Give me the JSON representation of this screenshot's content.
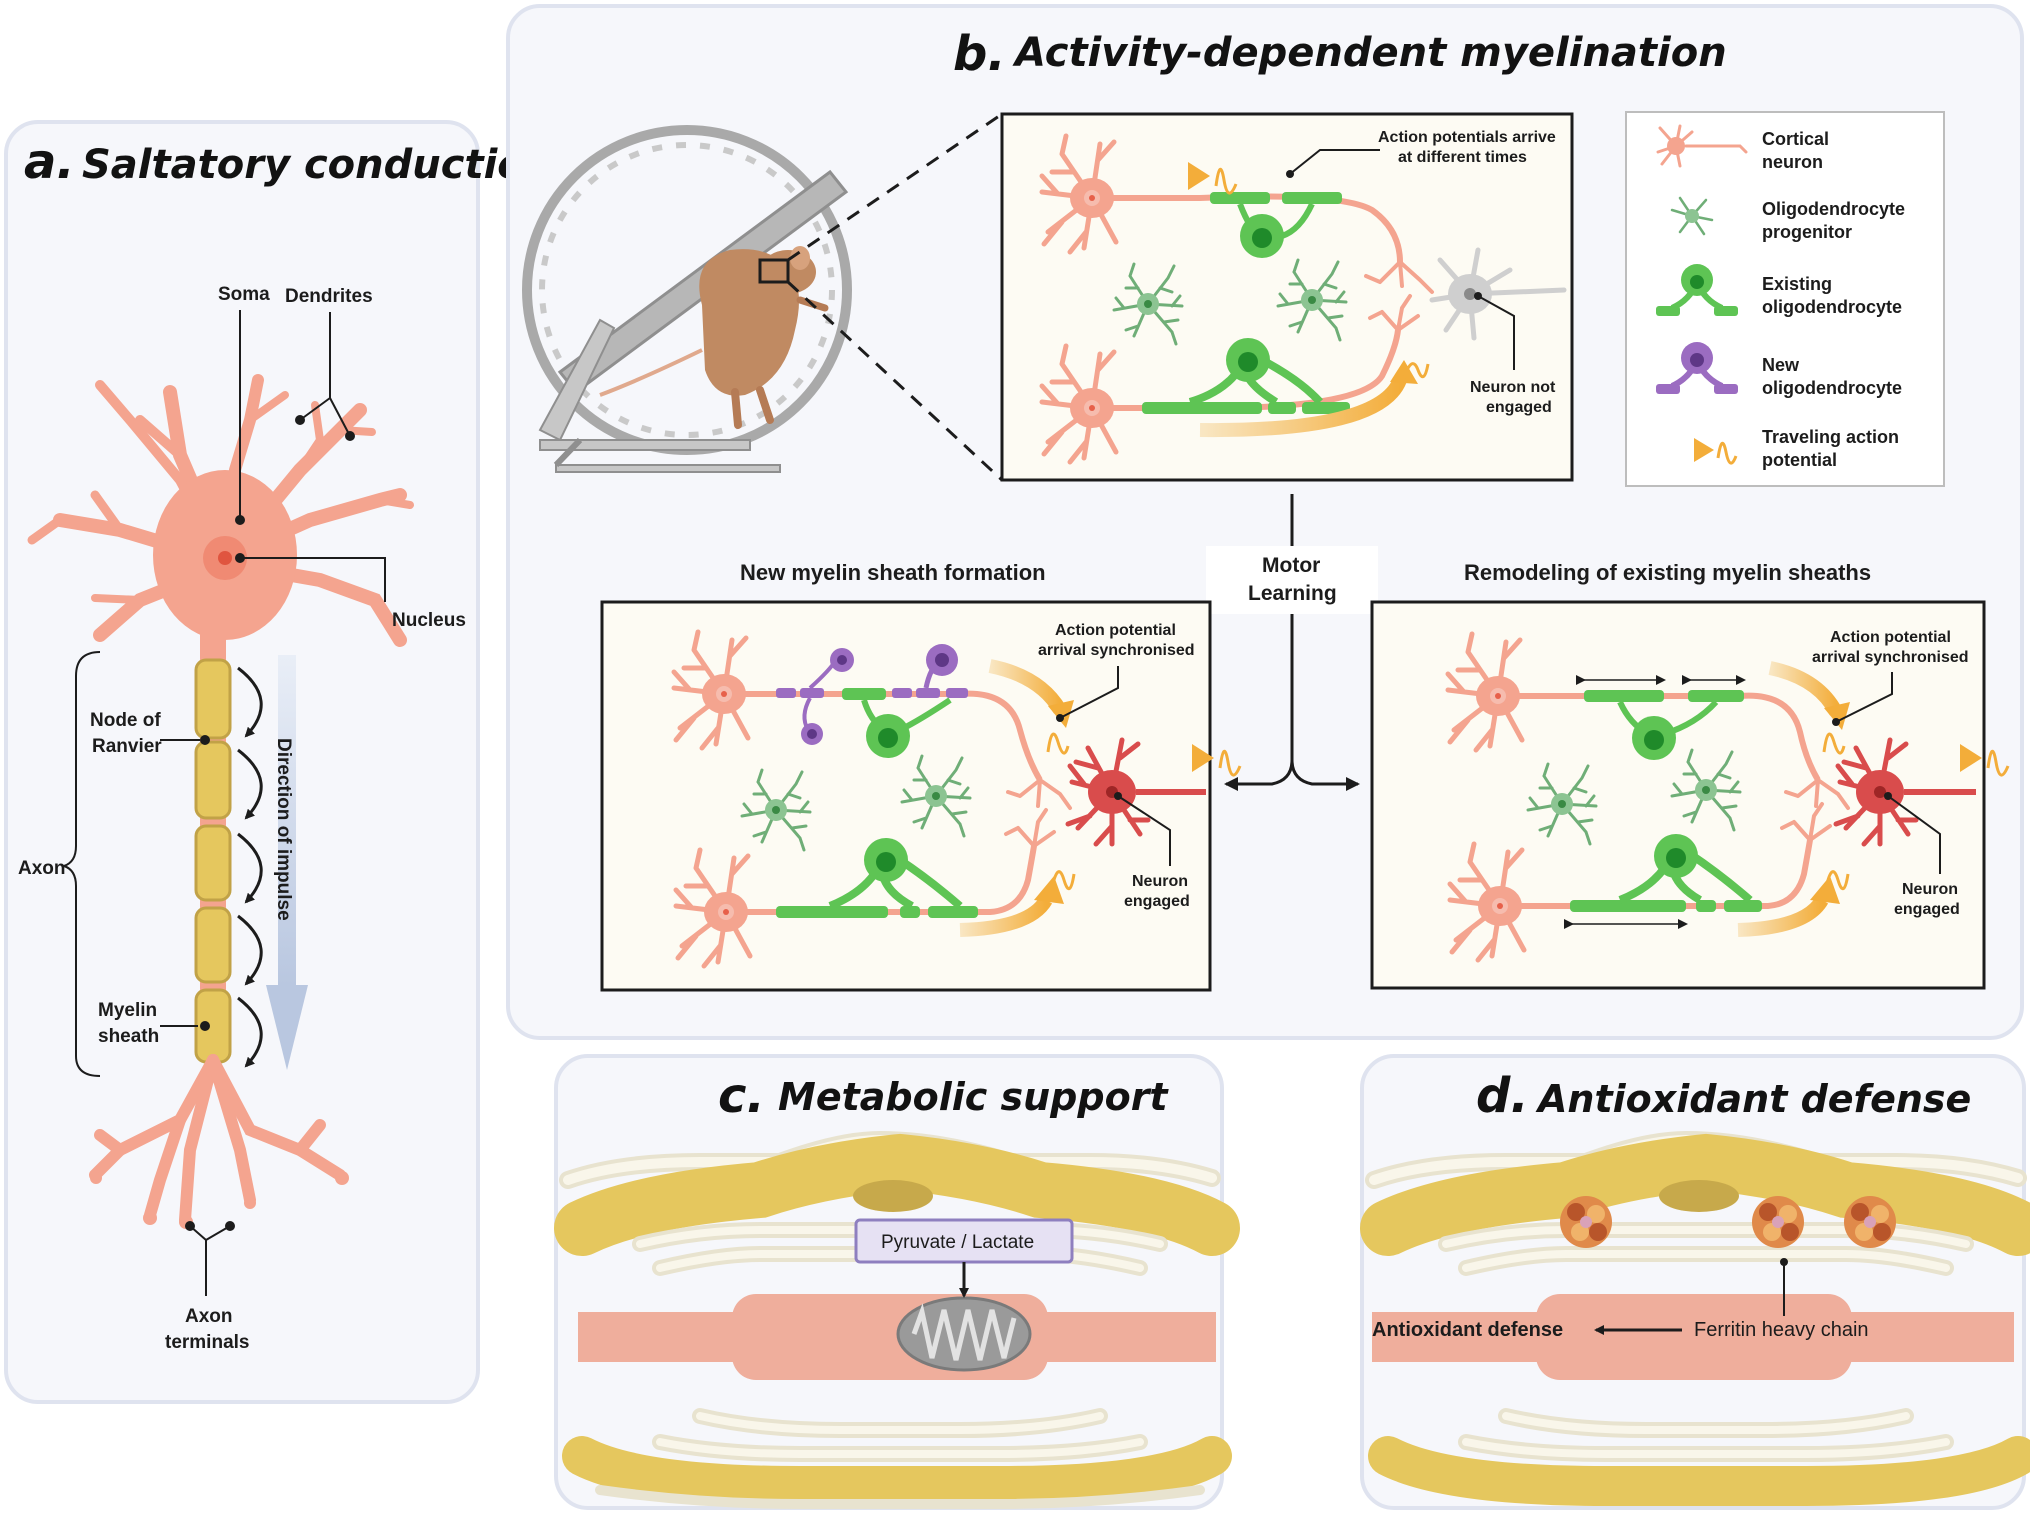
{
  "panel_a": {
    "letter": "a.",
    "title": "Saltatory conduction",
    "labels": {
      "soma": "Soma",
      "dendrites": "Dendrites",
      "nucleus": "Nucleus",
      "node_l1": "Node of",
      "node_l2": "Ranvier",
      "axon": "Axon",
      "myelin_l1": "Myelin",
      "myelin_l2": "sheath",
      "direction": "Direction of impulse",
      "terminals_l1": "Axon",
      "terminals_l2": "terminals"
    }
  },
  "panel_b": {
    "letter": "b.",
    "title": "Activity-dependent myelination",
    "top_box": {
      "ap_arrive_l1": "Action potentials arrive",
      "ap_arrive_l2": "at different times",
      "not_engaged_l1": "Neuron not",
      "not_engaged_l2": "engaged"
    },
    "legend": [
      {
        "l1": "Cortical",
        "l2": "neuron"
      },
      {
        "l1": "Oligodendrocyte",
        "l2": "progenitor"
      },
      {
        "l1": "Existing",
        "l2": "oligodendrocyte"
      },
      {
        "l1": "New",
        "l2": "oligodendrocyte"
      },
      {
        "l1": "Traveling action",
        "l2": "potential"
      }
    ],
    "motor_l1": "Motor",
    "motor_l2": "Learning",
    "new_sheath": {
      "title": "New myelin sheath formation",
      "sync_l1": "Action potential",
      "sync_l2": "arrival synchronised",
      "engaged_l1": "Neuron",
      "engaged_l2": "engaged"
    },
    "remodel": {
      "title": "Remodeling of existing myelin sheaths",
      "sync_l1": "Action potential",
      "sync_l2": "arrival synchronised",
      "engaged_l1": "Neuron",
      "engaged_l2": "engaged"
    }
  },
  "panel_c": {
    "letter": "c.",
    "title": "Metabolic support",
    "label": "Pyruvate / Lactate"
  },
  "panel_d": {
    "letter": "d.",
    "title": "Antioxidant defense",
    "left_label": "Antioxidant defense",
    "right_label": "Ferritin heavy chain"
  },
  "colors": {
    "neuron": "#f4a48f",
    "neuron_red": "#d94c4c",
    "opc": "#6fae77",
    "oligo": "#5ec454",
    "new_oligo": "#9b6cc1",
    "ap_arrow": "#f3ad3a",
    "myelin_gold": "#e5c75e",
    "axon_pink": "#eeaa96",
    "panel_border": "#dfe3ef",
    "panel_fill": "#f6f7fb",
    "box_fill": "#fdfbf3"
  }
}
